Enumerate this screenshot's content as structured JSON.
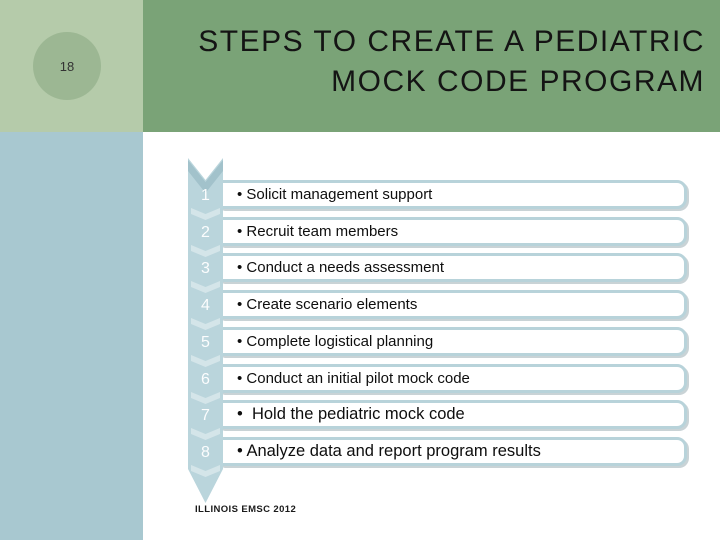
{
  "slide": {
    "page_number": "18",
    "title": {
      "line1": "STEPS TO CREATE A PEDIATRIC",
      "line2": "MOCK CODE PROGRAM"
    },
    "steps": [
      {
        "number": "1",
        "text": "• Solicit management support"
      },
      {
        "number": "2",
        "text": "• Recruit team members"
      },
      {
        "number": "3",
        "text": "• Conduct a needs assessment"
      },
      {
        "number": "4",
        "text": "• Create scenario elements"
      },
      {
        "number": "5",
        "text": "• Complete logistical planning"
      },
      {
        "number": "6",
        "text": "• Conduct an initial pilot mock code"
      },
      {
        "number": "7",
        "text": "•  Hold the pediatric mock code"
      },
      {
        "number": "8",
        "text": "• Analyze data and report program results"
      }
    ],
    "footer": "ILLINOIS EMSC 2012",
    "colors": {
      "page_block": "#b5cbaa",
      "page_circle": "#9cb793",
      "title_bg": "#7aa377",
      "side_band": "#a8c8d0",
      "ribbon": "#bad5dc",
      "ribbon_notch": "#a2c2cb",
      "box_border": "#b8d3da",
      "title_text": "#141414",
      "body_text": "#0e0e0e"
    }
  }
}
